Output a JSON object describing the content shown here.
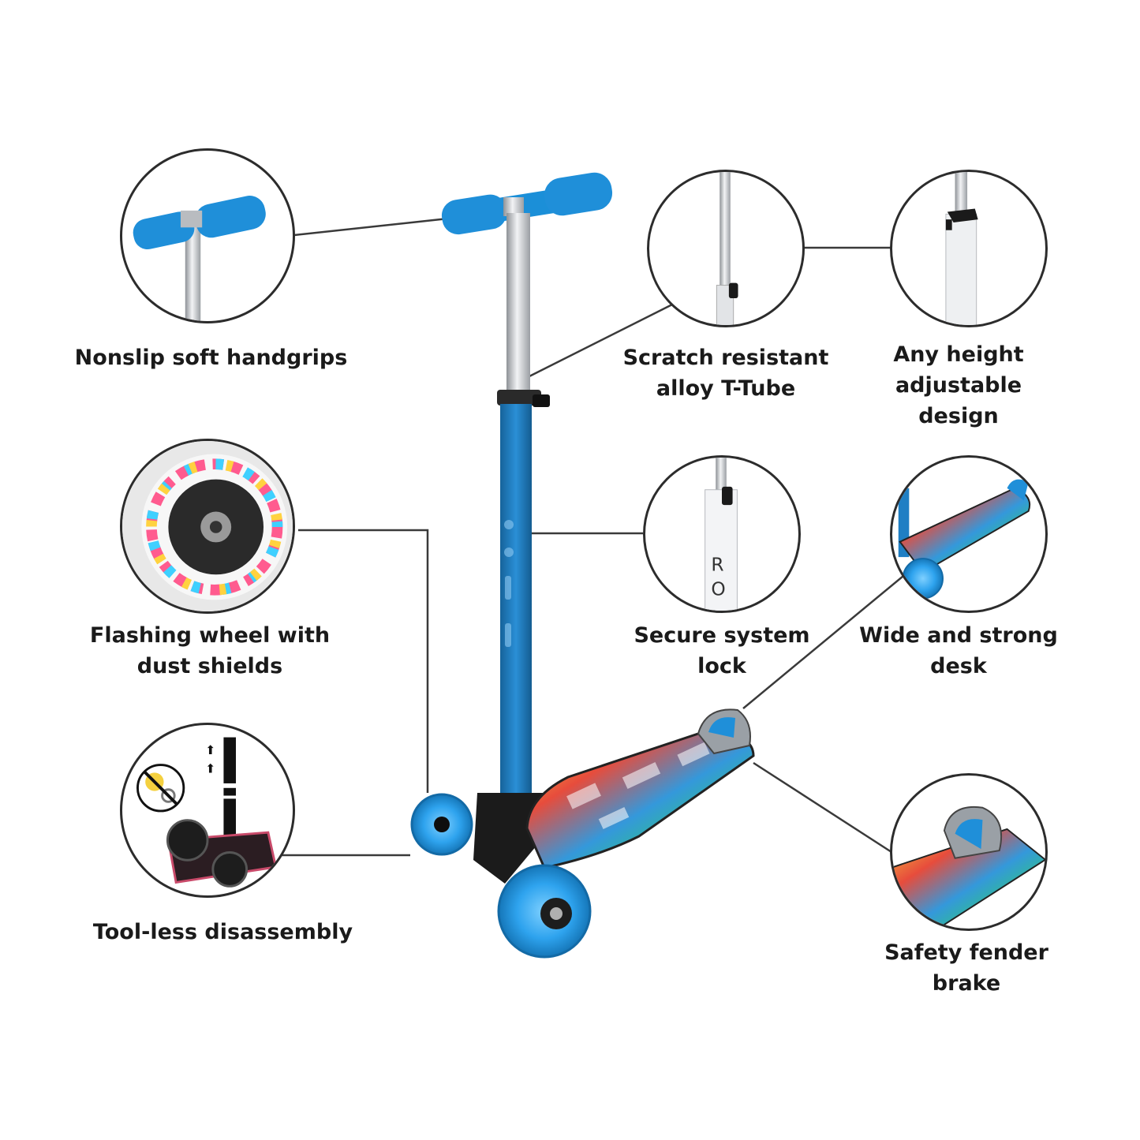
{
  "features": {
    "handgrips": {
      "line1": "Nonslip soft handgrips"
    },
    "t_tube": {
      "line1": "Scratch resistant",
      "line2": "alloy T-Tube"
    },
    "height": {
      "line1": "Any height",
      "line2": "adjustable design"
    },
    "wheel": {
      "line1": "Flashing wheel with",
      "line2": "dust shields"
    },
    "lock": {
      "line1": "Secure system",
      "line2": "lock"
    },
    "deck": {
      "line1": "Wide and strong",
      "line2": "desk"
    },
    "disassembly": {
      "line1": "Tool-less disassembly"
    },
    "brake": {
      "line1": "Safety fender",
      "line2": "brake"
    }
  },
  "colors": {
    "scooter_blue": "#1f7fc4",
    "grip_blue": "#1b8fd8",
    "wheel_blue": "#2ea3ee",
    "chrome": "#c9ccd0",
    "outline": "#2c2c2c"
  }
}
